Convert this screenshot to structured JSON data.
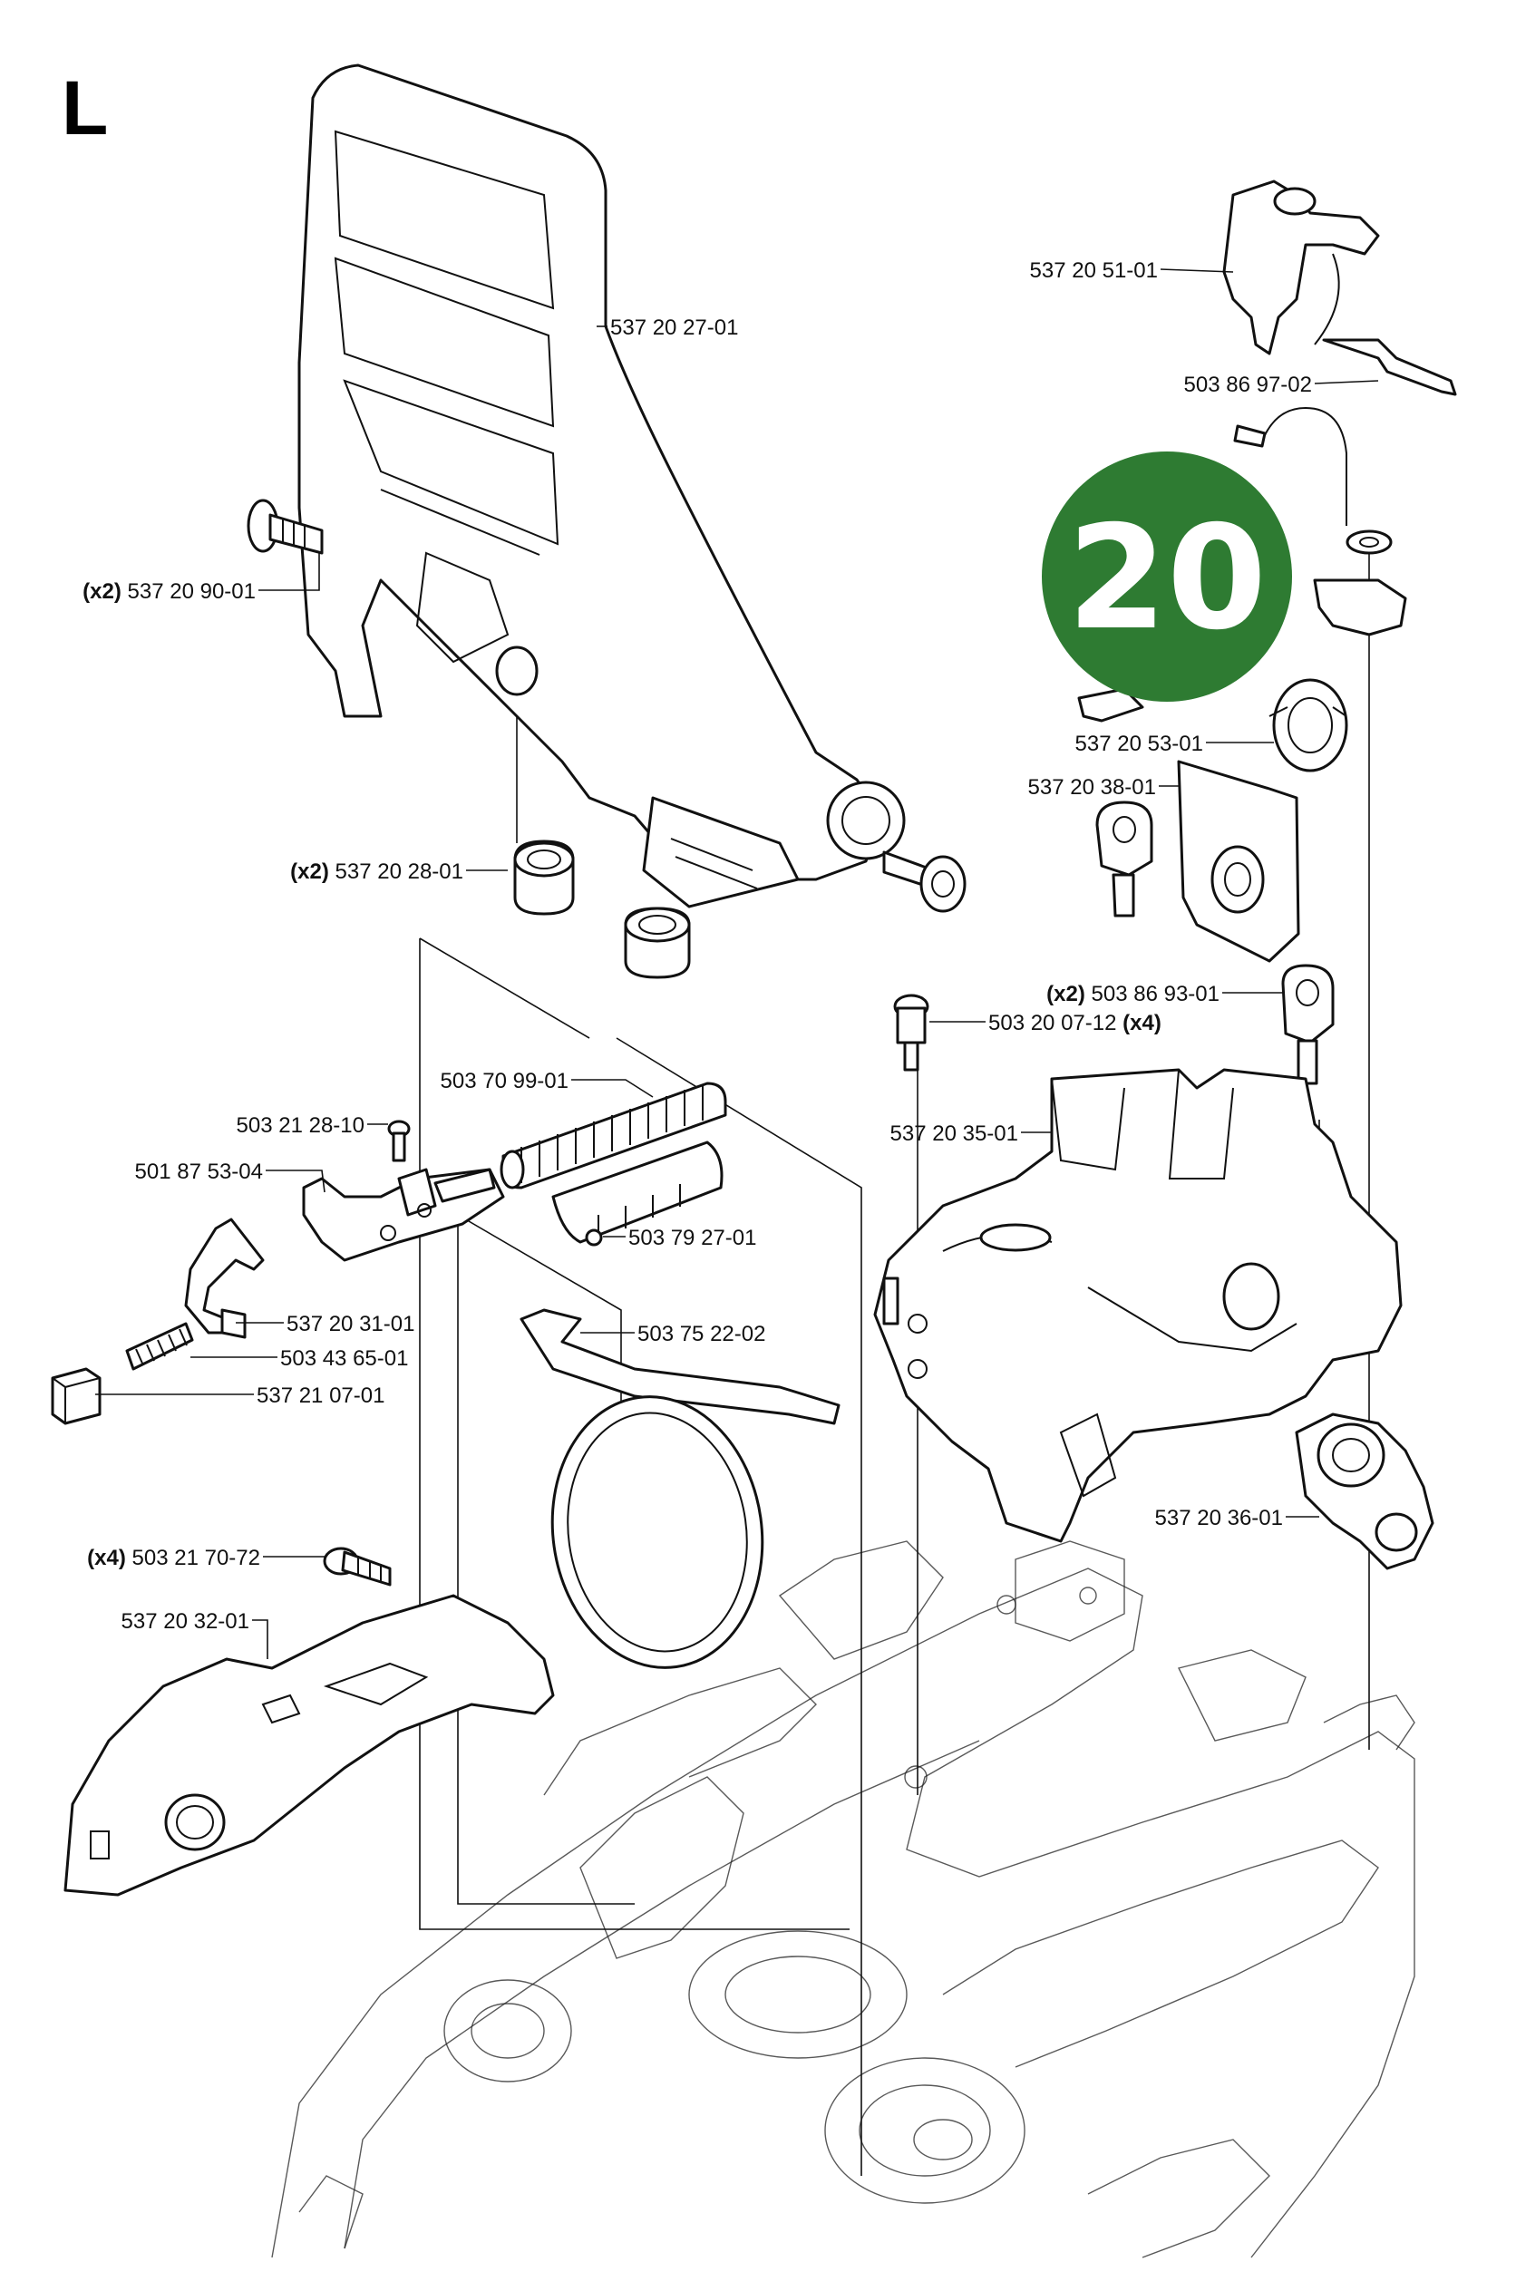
{
  "section_letter": "L",
  "badge": {
    "number": "20",
    "color": "#2e7b32"
  },
  "parts": [
    {
      "id": "p1",
      "qty": "",
      "number": "537 20 27-01",
      "suffix": ""
    },
    {
      "id": "p2",
      "qty": "(x2)",
      "number": "537 20 90-01",
      "suffix": ""
    },
    {
      "id": "p3",
      "qty": "(x2)",
      "number": "537 20 28-01",
      "suffix": ""
    },
    {
      "id": "p4",
      "qty": "",
      "number": "503 70 99-01",
      "suffix": ""
    },
    {
      "id": "p5",
      "qty": "",
      "number": "503 21 28-10",
      "suffix": ""
    },
    {
      "id": "p6",
      "qty": "",
      "number": "501 87 53-04",
      "suffix": ""
    },
    {
      "id": "p7",
      "qty": "",
      "number": "503 79 27-01",
      "suffix": ""
    },
    {
      "id": "p8",
      "qty": "",
      "number": "537 20 31-01",
      "suffix": ""
    },
    {
      "id": "p9",
      "qty": "",
      "number": "503 43 65-01",
      "suffix": ""
    },
    {
      "id": "p10",
      "qty": "",
      "number": "537 21 07-01",
      "suffix": ""
    },
    {
      "id": "p11",
      "qty": "",
      "number": "503 75 22-02",
      "suffix": ""
    },
    {
      "id": "p12",
      "qty": "(x4)",
      "number": "503 21 70-72",
      "suffix": ""
    },
    {
      "id": "p13",
      "qty": "",
      "number": "537 20 32-01",
      "suffix": ""
    },
    {
      "id": "p14",
      "qty": "",
      "number": "537 20 51-01",
      "suffix": ""
    },
    {
      "id": "p15",
      "qty": "",
      "number": "503 86 97-02",
      "suffix": ""
    },
    {
      "id": "p16",
      "qty": "",
      "number": "537 20 53-01",
      "suffix": ""
    },
    {
      "id": "p17",
      "qty": "",
      "number": "537 20 38-01",
      "suffix": ""
    },
    {
      "id": "p18",
      "qty": "(x2)",
      "number": "503 86 93-01",
      "suffix": ""
    },
    {
      "id": "p19",
      "qty": "",
      "number": "503 20 07-12",
      "suffix": "(x4)"
    },
    {
      "id": "p20",
      "qty": "",
      "number": "537 20 35-01",
      "suffix": ""
    },
    {
      "id": "p21",
      "qty": "",
      "number": "537 20 36-01",
      "suffix": ""
    }
  ]
}
